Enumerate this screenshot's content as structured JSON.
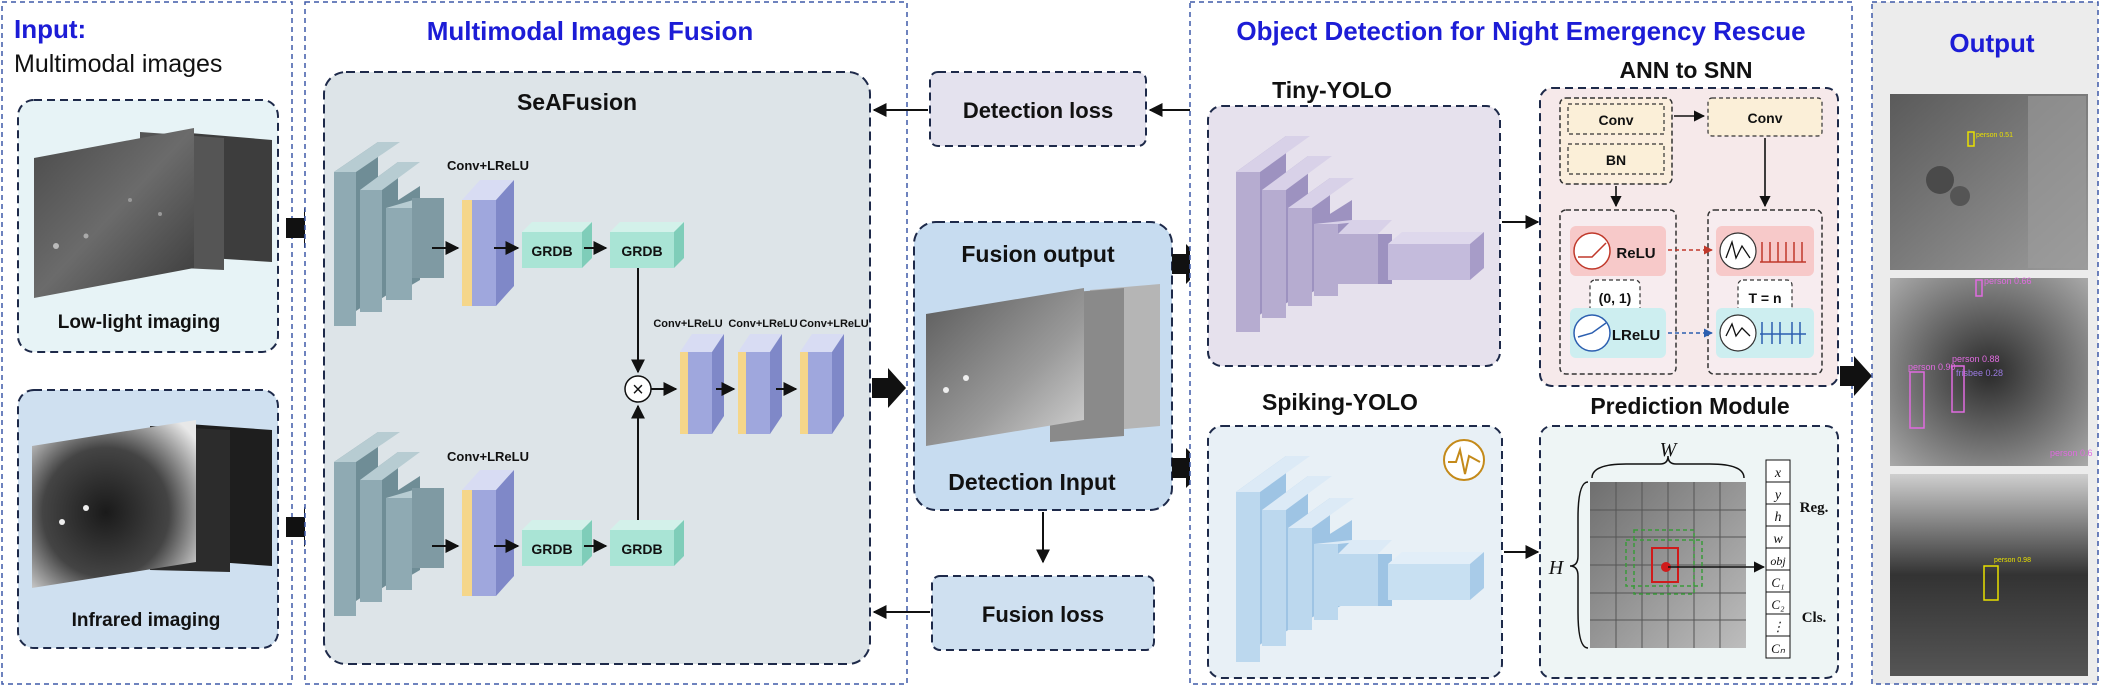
{
  "colors": {
    "accent_blue": "#1c1cd6",
    "panel_border": "#3f5aa8",
    "seafusion_bg": "#dde4e8",
    "input_box_top": "#e7f3f6",
    "input_box_bottom": "#cfe0f0",
    "fusion_box": "#c7dcf0",
    "loss_box_top": "#e4e2ee",
    "loss_box_bottom": "#cfe0f0",
    "tiny_yolo_bg": "#e6e1ed",
    "spiking_yolo_bg": "#e8f0f6",
    "ann_snn_bg": "#f6e9ea",
    "prediction_bg": "#eef5f5",
    "output_bg": "#ececec",
    "conv_yellow": "#f5d68a",
    "conv_purple": "#9fa7dd",
    "grdb_green": "#a9e4d5",
    "cnn_gray_blue": "#8faab3",
    "tiny_purple": "#b6acd0",
    "spiking_blue": "#bcd8ee"
  },
  "input": {
    "heading": "Input:",
    "subheading": "Multimodal images",
    "low_light_label": "Low-light imaging",
    "infrared_label": "Infrared imaging"
  },
  "fusion_panel": {
    "title": "Multimodal Images Fusion",
    "seafusion_title": "SeAFusion",
    "conv_lrelu_label": "Conv+LReLU",
    "grdb_label": "GRDB",
    "multiply_symbol": "×"
  },
  "middle": {
    "detection_loss": "Detection loss",
    "fusion_output": "Fusion output",
    "detection_input": "Detection Input",
    "fusion_loss": "Fusion loss"
  },
  "detection_panel": {
    "title": "Object Detection for Night Emergency Rescue",
    "tiny_yolo": "Tiny-YOLO",
    "spiking_yolo": "Spiking-YOLO",
    "ann_to_snn": "ANN to SNN",
    "prediction_module": "Prediction Module",
    "conv": "Conv",
    "bn": "BN",
    "relu": "ReLU",
    "lrelu": "LReLU",
    "range": "(0, 1)",
    "timesteps": "T = n",
    "grid_w": "W",
    "grid_h": "H",
    "outputs": [
      "x",
      "y",
      "h",
      "w",
      "obj",
      "C₁",
      "C₂",
      "⋮",
      "Cₙ"
    ],
    "reg_label": "Reg.",
    "cls_label": "Cls."
  },
  "output": {
    "title": "Output",
    "detections": [
      {
        "label": "person 0.51"
      },
      {
        "label": "person 0.66"
      },
      {
        "label": "person 0.88"
      },
      {
        "label": "person 0.90"
      },
      {
        "label": "frisbee 0.28"
      },
      {
        "label": "person 0.6"
      },
      {
        "label": "person 0.98"
      }
    ]
  }
}
